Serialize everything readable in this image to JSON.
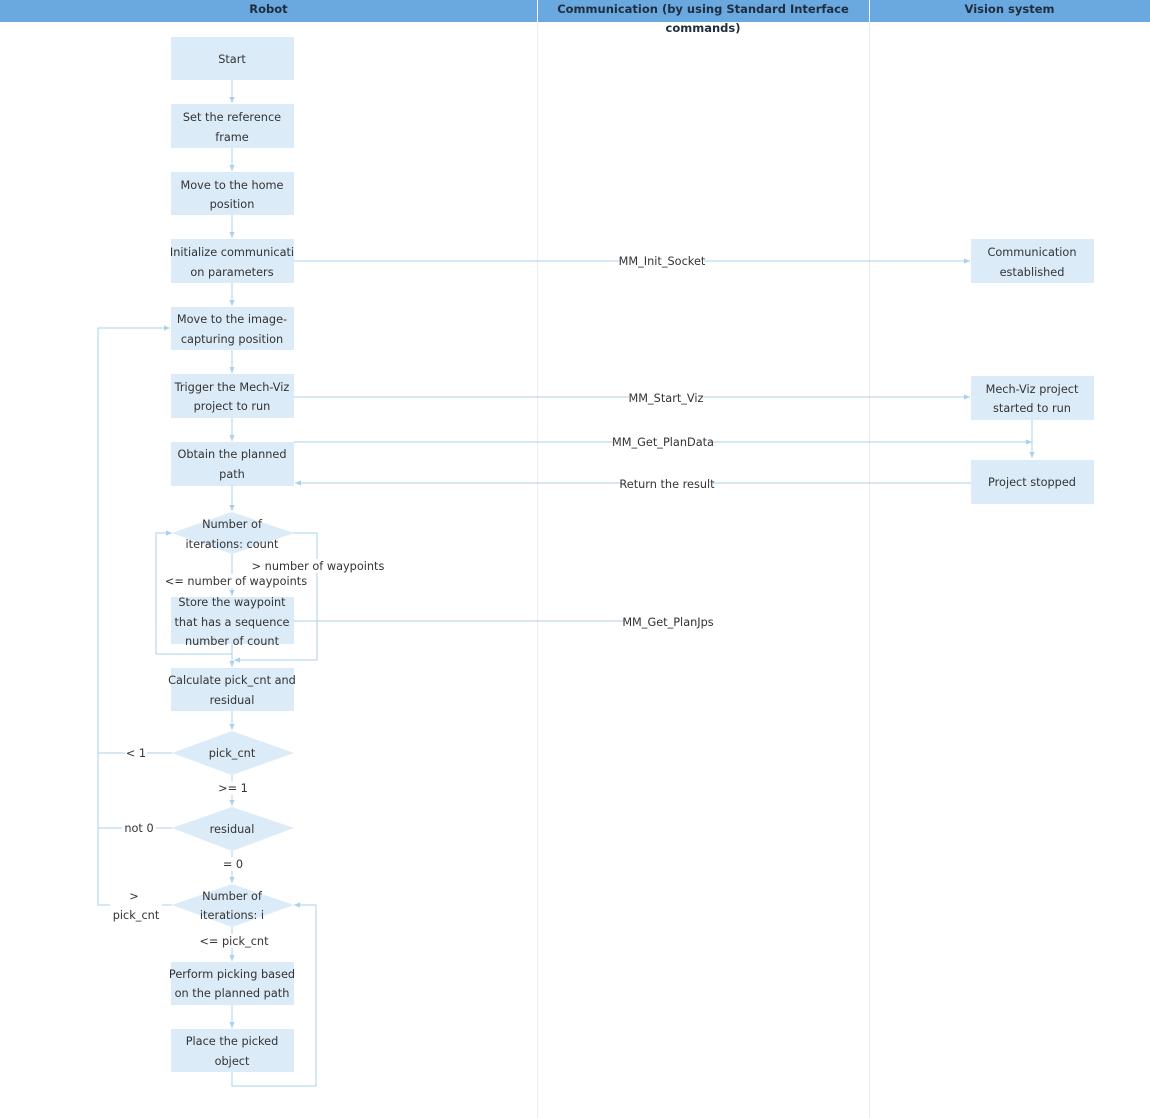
{
  "lanes": {
    "robot": "Robot",
    "communication": "Communication (by using Standard Interface commands)",
    "vision": "Vision system"
  },
  "nodes": {
    "start": "Start",
    "set_ref_1": "Set the reference",
    "set_ref_2": "frame",
    "home_1": "Move to the home",
    "home_2": "position",
    "init_1": "Initialize communicati",
    "init_2": "on parameters",
    "capture_1": "Move to the image-",
    "capture_2": "capturing position",
    "trigger_1": "Trigger the Mech-Viz",
    "trigger_2": "project to run",
    "obtain_1": "Obtain the planned",
    "obtain_2": "path",
    "iter_count_1": "Number of",
    "iter_count_2": "iterations: count",
    "store_1": "Store the waypoint",
    "store_2": "that has a sequence",
    "store_3": "number of count",
    "calc_1": "Calculate pick_cnt and",
    "calc_2": "residual",
    "pick_cnt": "pick_cnt",
    "residual": "residual",
    "iter_i_1": "Number of",
    "iter_i_2": "iterations: i",
    "perform_1": "Perform picking based",
    "perform_2": "on the planned path",
    "place_1": "Place the picked",
    "place_2": "object",
    "comm_est_1": "Communication",
    "comm_est_2": "established",
    "viz_started_1": "Mech-Viz project",
    "viz_started_2": "started to run",
    "project_stopped": "Project stopped"
  },
  "edge_labels": {
    "init_socket": "MM_Init_Socket",
    "start_viz": "MM_Start_Viz",
    "get_plandata": "MM_Get_PlanData",
    "return_result": "Return the result",
    "get_planjps": "MM_Get_PlanJps",
    "gt_waypoints": "> number of waypoints",
    "le_waypoints": "<= number of waypoints",
    "lt_1": "< 1",
    "ge_1": ">= 1",
    "not_0": "not 0",
    "eq_0": "= 0",
    "gt_pick_1": ">",
    "gt_pick_2": "pick_cnt",
    "le_pick": "<= pick_cnt"
  }
}
